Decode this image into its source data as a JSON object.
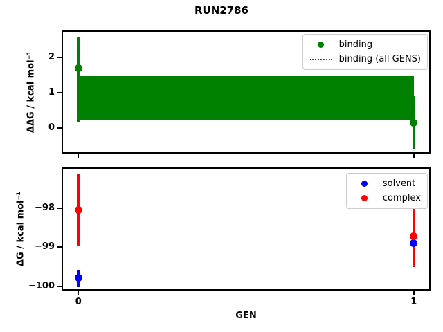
{
  "title": "RUN2786",
  "chart_data": [
    {
      "type": "scatter",
      "ylabel": "ΔΔG / kcal mol⁻¹",
      "ylim": [
        2.77,
        -0.72
      ],
      "xlim": [
        -0.05,
        1.05
      ],
      "grid": false,
      "legend_position": "upper right",
      "yticks": [
        {
          "v": 2,
          "label": "2"
        },
        {
          "v": 1,
          "label": "1"
        },
        {
          "v": 0,
          "label": "0"
        }
      ],
      "xticks": [
        {
          "v": 0,
          "label": ""
        },
        {
          "v": 1,
          "label": ""
        }
      ],
      "series": [
        {
          "name": "binding",
          "color": "#008000",
          "points": [
            {
              "x": 0,
              "y": 1.7,
              "err_lo": 0.17,
              "err_hi": 2.58
            },
            {
              "x": 1,
              "y": 0.16,
              "err_lo": -0.58,
              "err_hi": 0.9
            }
          ]
        }
      ],
      "band": {
        "name": "binding (all GENS)",
        "color": "#008000",
        "x0": 0,
        "x1": 1,
        "y_lo": 0.23,
        "y_hi": 1.48
      },
      "legend": [
        {
          "label": "binding",
          "marker": "dot",
          "color": "#008000"
        },
        {
          "label": "binding (all GENS)",
          "marker": "dotted-line",
          "color": "#008000"
        }
      ]
    },
    {
      "type": "scatter",
      "ylabel": "ΔG / kcal mol⁻¹",
      "xlabel": "GEN",
      "ylim": [
        -96.95,
        -100.11
      ],
      "xlim": [
        -0.05,
        1.05
      ],
      "grid": false,
      "legend_position": "upper right",
      "yticks": [
        {
          "v": -98,
          "label": "−98"
        },
        {
          "v": -99,
          "label": "−99"
        },
        {
          "v": -100,
          "label": "−100"
        }
      ],
      "xticks": [
        {
          "v": 0,
          "label": "0"
        },
        {
          "v": 1,
          "label": "1"
        }
      ],
      "series": [
        {
          "name": "solvent",
          "color": "#0000ff",
          "points": [
            {
              "x": 0,
              "y": -99.78,
              "err_lo": -100.02,
              "err_hi": -99.57
            },
            {
              "x": 1,
              "y": -98.9,
              "err_lo": -99.07,
              "err_hi": -98.81
            }
          ]
        },
        {
          "name": "complex",
          "color": "#ff0000",
          "points": [
            {
              "x": 0,
              "y": -98.04,
              "err_lo": -98.96,
              "err_hi": -97.13
            },
            {
              "x": 1,
              "y": -98.72,
              "err_lo": -99.51,
              "err_hi": -98.01
            }
          ]
        }
      ],
      "legend": [
        {
          "label": "solvent",
          "marker": "dot",
          "color": "#0000ff"
        },
        {
          "label": "complex",
          "marker": "dot",
          "color": "#ff0000"
        }
      ]
    }
  ]
}
